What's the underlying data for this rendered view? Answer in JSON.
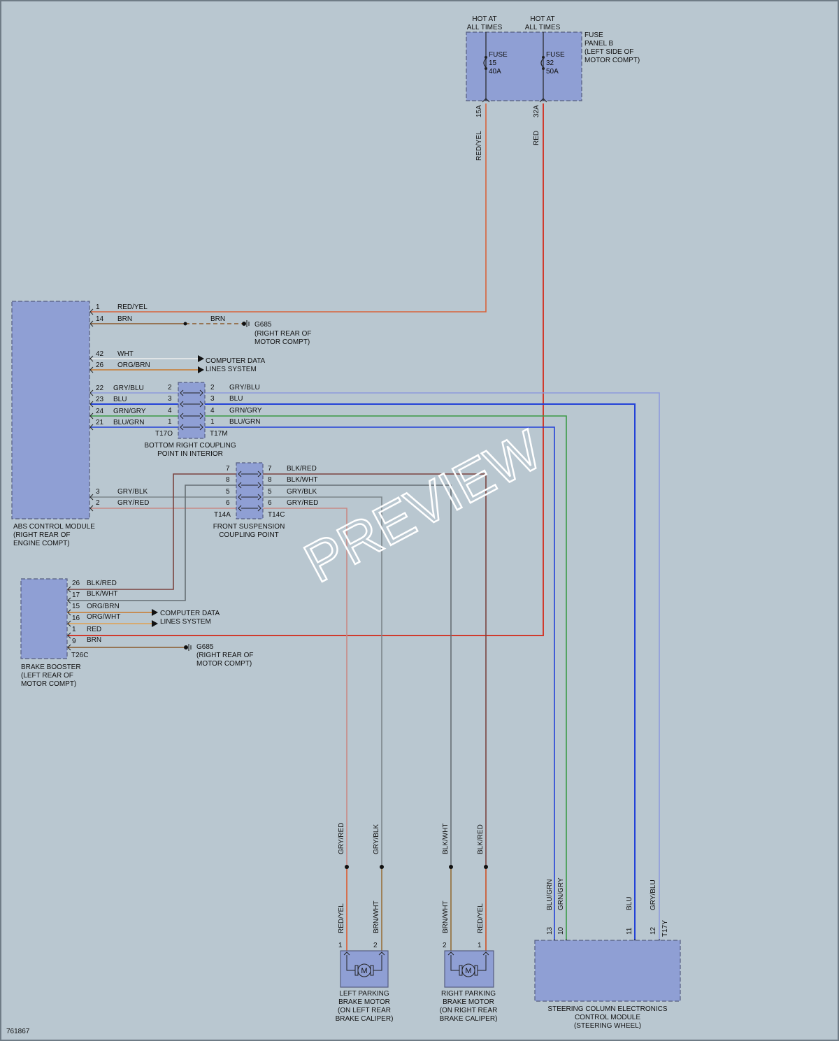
{
  "fuse_panel": {
    "hot_a": [
      "HOT AT",
      "ALL TIMES"
    ],
    "hot_b": [
      "HOT AT",
      "ALL TIMES"
    ],
    "label": [
      "FUSE",
      "PANEL B",
      "(LEFT SIDE OF",
      "MOTOR COMPT)"
    ],
    "fuse15": [
      "FUSE",
      "15",
      "40A"
    ],
    "fuse32": [
      "FUSE",
      "32",
      "50A"
    ],
    "term15": "15A",
    "term32": "32A",
    "wire15": "RED/YEL",
    "wire32": "RED"
  },
  "abs_module": {
    "label": [
      "ABS CONTROL MODULE",
      "(RIGHT REAR OF",
      "ENGINE COMPT)"
    ],
    "pins": [
      {
        "pin": "1",
        "wire": "RED/YEL"
      },
      {
        "pin": "14",
        "wire": "BRN"
      },
      {
        "pin": "42",
        "wire": "WHT"
      },
      {
        "pin": "26",
        "wire": "ORG/BRN"
      },
      {
        "pin": "22",
        "wire": "GRY/BLU"
      },
      {
        "pin": "23",
        "wire": "BLU"
      },
      {
        "pin": "24",
        "wire": "GRN/GRY"
      },
      {
        "pin": "21",
        "wire": "BLU/GRN"
      },
      {
        "pin": "3",
        "wire": "GRY/BLK"
      },
      {
        "pin": "2",
        "wire": "GRY/RED"
      }
    ],
    "ground_wire": "BRN",
    "ground_id": "G685",
    "ground_loc": [
      "(RIGHT REAR OF",
      "MOTOR COMPT)"
    ],
    "data_label": [
      "COMPUTER DATA",
      "LINES SYSTEM"
    ]
  },
  "coupling_t17": {
    "left_pins": [
      "2",
      "3",
      "4",
      "1"
    ],
    "right_pins": [
      "2",
      "3",
      "4",
      "1"
    ],
    "right_wires": [
      "GRY/BLU",
      "BLU",
      "GRN/GRY",
      "BLU/GRN"
    ],
    "left_id": "T17O",
    "right_id": "T17M",
    "label": [
      "BOTTOM RIGHT COUPLING",
      "POINT IN INTERIOR"
    ]
  },
  "coupling_t14": {
    "left_pins": [
      "7",
      "8",
      "5",
      "6"
    ],
    "right_pins": [
      "7",
      "8",
      "5",
      "6"
    ],
    "right_wires": [
      "BLK/RED",
      "BLK/WHT",
      "GRY/BLK",
      "GRY/RED"
    ],
    "left_id": "T14A",
    "right_id": "T14C",
    "label": [
      "FRONT SUSPENSION",
      "COUPLING POINT"
    ]
  },
  "brake_booster": {
    "label": [
      "BRAKE BOOSTER",
      "(LEFT REAR OF",
      "MOTOR COMPT)"
    ],
    "connector": "T26C",
    "pins": [
      {
        "pin": "26",
        "wire": "BLK/RED"
      },
      {
        "pin": "17",
        "wire": "BLK/WHT"
      },
      {
        "pin": "15",
        "wire": "ORG/BRN"
      },
      {
        "pin": "16",
        "wire": "ORG/WHT"
      },
      {
        "pin": "1",
        "wire": "RED"
      },
      {
        "pin": "9",
        "wire": "BRN"
      }
    ],
    "data_label": [
      "COMPUTER DATA",
      "LINES SYSTEM"
    ],
    "ground_id": "G685",
    "ground_loc": [
      "(RIGHT REAR OF",
      "MOTOR COMPT)"
    ]
  },
  "left_motor": {
    "upper_wires": [
      "GRY/RED",
      "GRY/BLK"
    ],
    "lower_wires": [
      "RED/YEL",
      "BRN/WHT"
    ],
    "pins": [
      "1",
      "2"
    ],
    "symbol": "M",
    "label": [
      "LEFT PARKING",
      "BRAKE MOTOR",
      "(ON LEFT REAR",
      "BRAKE CALIPER)"
    ]
  },
  "right_motor": {
    "upper_wires": [
      "BLK/WHT",
      "BLK/RED"
    ],
    "lower_wires": [
      "BRN/WHT",
      "RED/YEL"
    ],
    "pins": [
      "2",
      "1"
    ],
    "symbol": "M",
    "label": [
      "RIGHT PARKING",
      "BRAKE MOTOR",
      "(ON RIGHT REAR",
      "BRAKE CALIPER)"
    ]
  },
  "steering_module": {
    "wires": [
      "BLU/GRN",
      "GRN/GRY",
      "BLU",
      "GRY/BLU"
    ],
    "pins": [
      "13",
      "10",
      "11",
      "12"
    ],
    "connector": "T17Y",
    "label": [
      "STEERING COLUMN ELECTRONICS",
      "CONTROL MODULE",
      "(STEERING WHEEL)"
    ]
  },
  "diagram_id": "761867",
  "watermark": "PREVIEW",
  "colors": {
    "background": "#b9c7d0",
    "component_fill": "#8f9fd4",
    "red": "#d03a2c",
    "red_yel": "#d8633a",
    "brown": "#8b5a2b",
    "blue": "#2342d8",
    "grn": "#3a9a46",
    "gry_blu": "#8e9adc",
    "gry": "#7c858b",
    "blk_red": "#7a4440",
    "orange": "#d27d2a"
  }
}
